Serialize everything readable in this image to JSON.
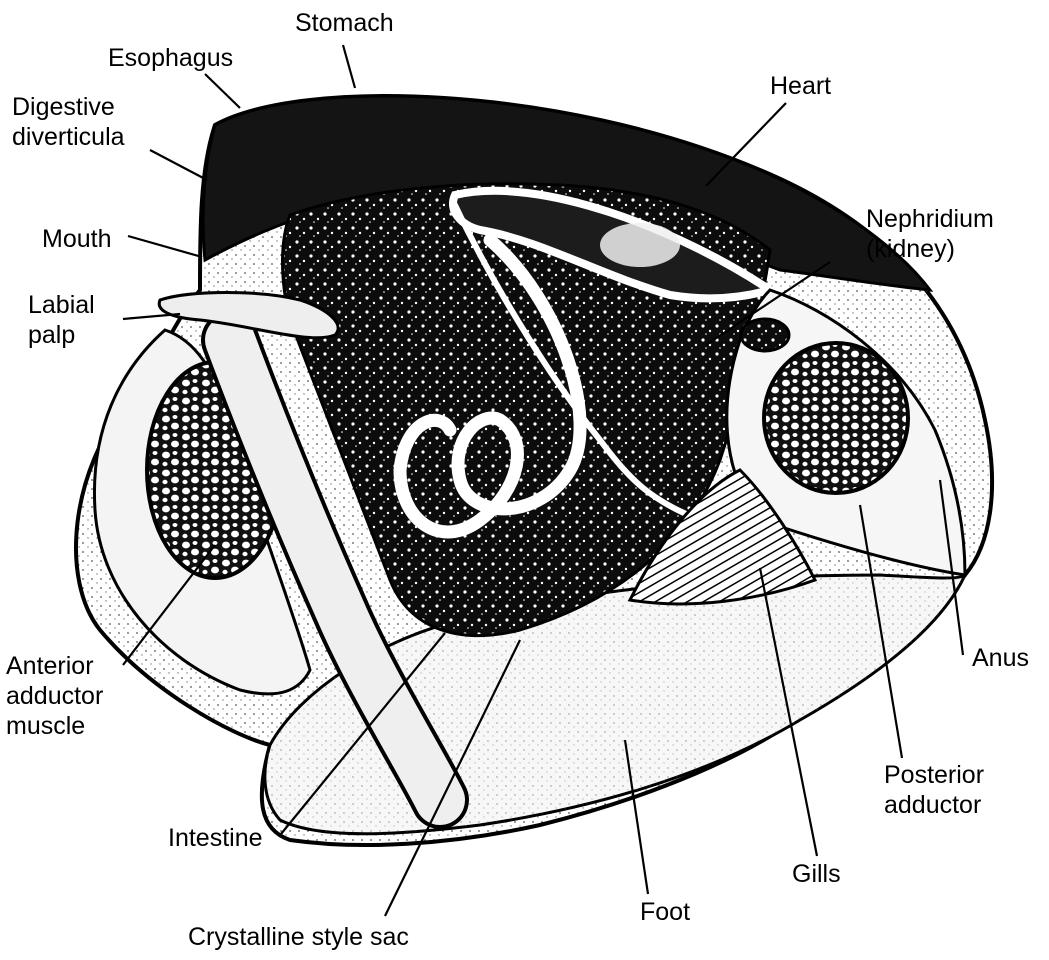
{
  "colors": {
    "ink": "#000000",
    "paper": "#ffffff",
    "muscle": "#e9e9e9",
    "stipple": "#6a6a6a"
  },
  "labels": {
    "stomach": "Stomach",
    "esophagus": "Esophagus",
    "digestive": [
      "Digestive",
      "diverticula"
    ],
    "heart": "Heart",
    "nephridium": [
      "Nephridium",
      "(kidney)"
    ],
    "mouth": "Mouth",
    "labial_palp": [
      "Labial",
      "palp"
    ],
    "anterior_adductor": [
      "Anterior",
      "adductor",
      "muscle"
    ],
    "anus": "Anus",
    "posterior_adductor": [
      "Posterior",
      "adductor"
    ],
    "intestine": "Intestine",
    "gills": "Gills",
    "foot": "Foot",
    "crystalline": "Crystalline style sac"
  }
}
